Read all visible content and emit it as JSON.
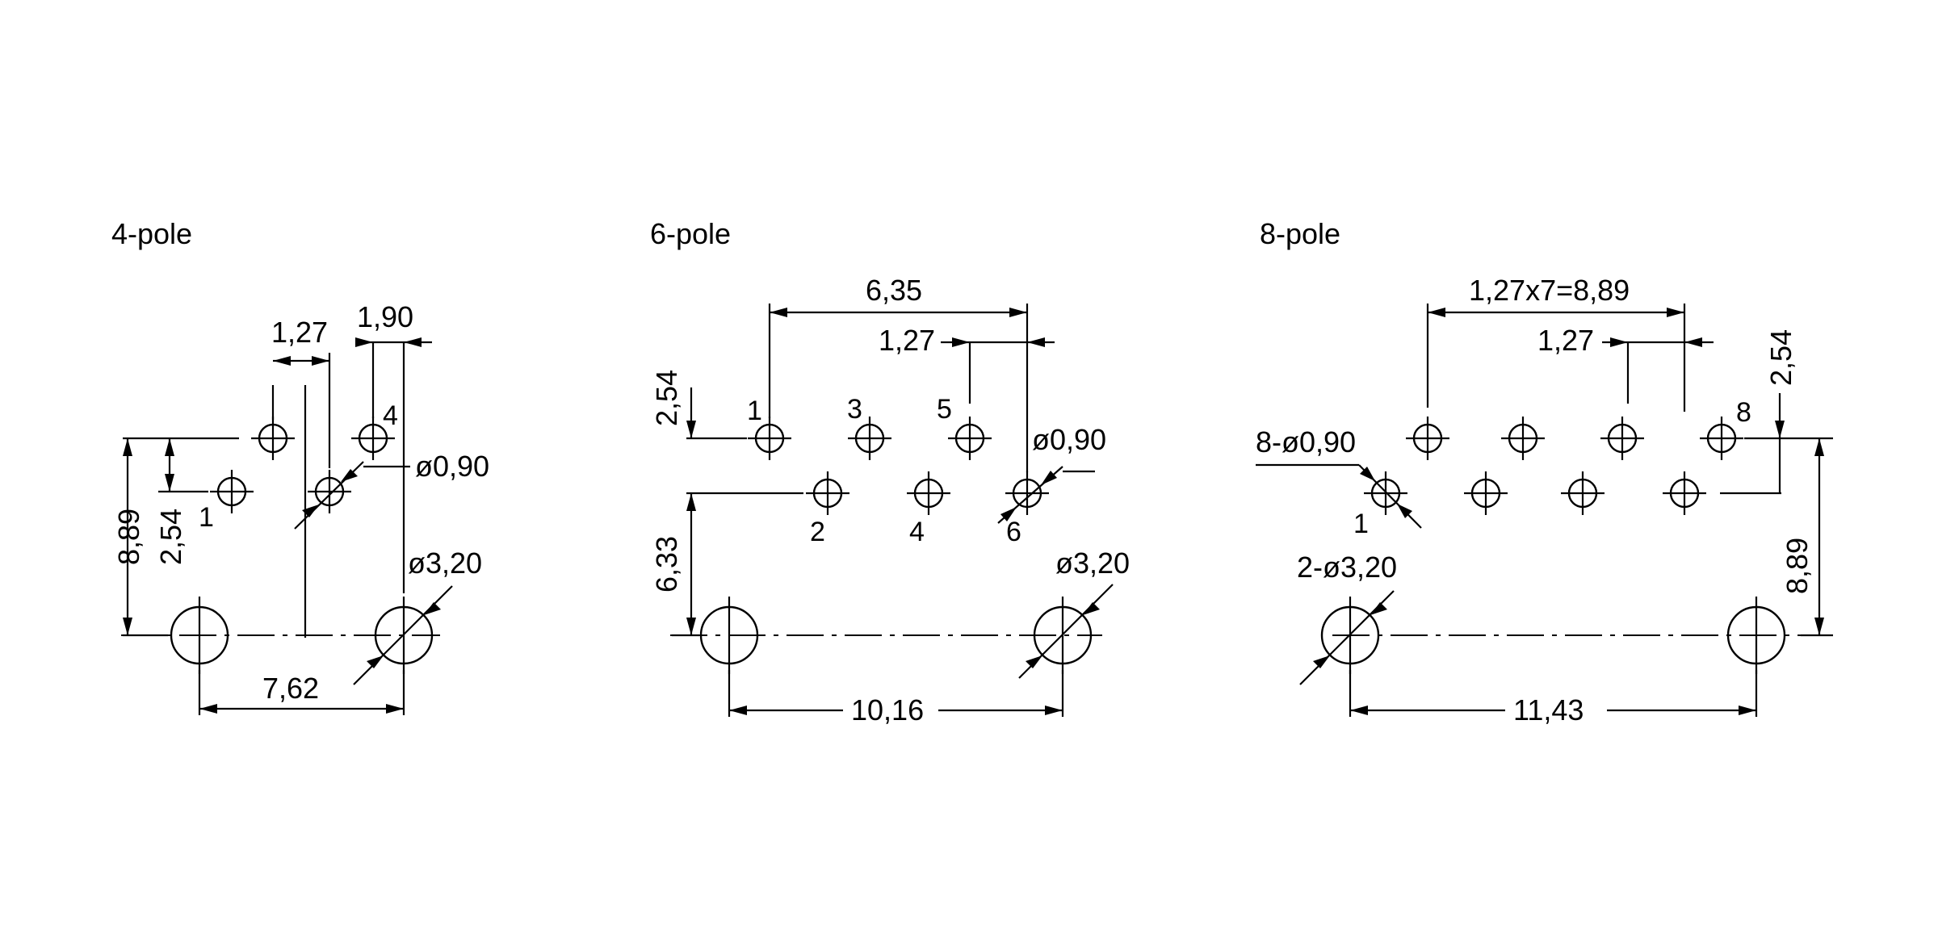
{
  "panels": [
    {
      "title": "4-pole",
      "pins": [
        "1",
        "4"
      ],
      "dims": {
        "pitch_small": "1,27",
        "offset": "1,90",
        "pin_dia": "ø0,90",
        "height": "8,89",
        "row_gap": "2,54",
        "mount_dia": "ø3,20",
        "mount_span": "7,62"
      }
    },
    {
      "title": "6-pole",
      "pins": [
        "1",
        "2",
        "3",
        "4",
        "5",
        "6"
      ],
      "dims": {
        "span_top": "6,35",
        "pitch_small": "1,27",
        "row_gap": "2,54",
        "pin_dia": "ø0,90",
        "height": "6,33",
        "mount_dia": "ø3,20",
        "mount_span": "10,16"
      }
    },
    {
      "title": "8-pole",
      "pins": [
        "1",
        "8"
      ],
      "dims": {
        "span_top": "1,27x7=8,89",
        "pitch_small": "1,27",
        "row_gap": "2,54",
        "pin_dia": "8-ø0,90",
        "height": "8,89",
        "mount_dia": "2-ø3,20",
        "mount_span": "11,43"
      }
    }
  ]
}
